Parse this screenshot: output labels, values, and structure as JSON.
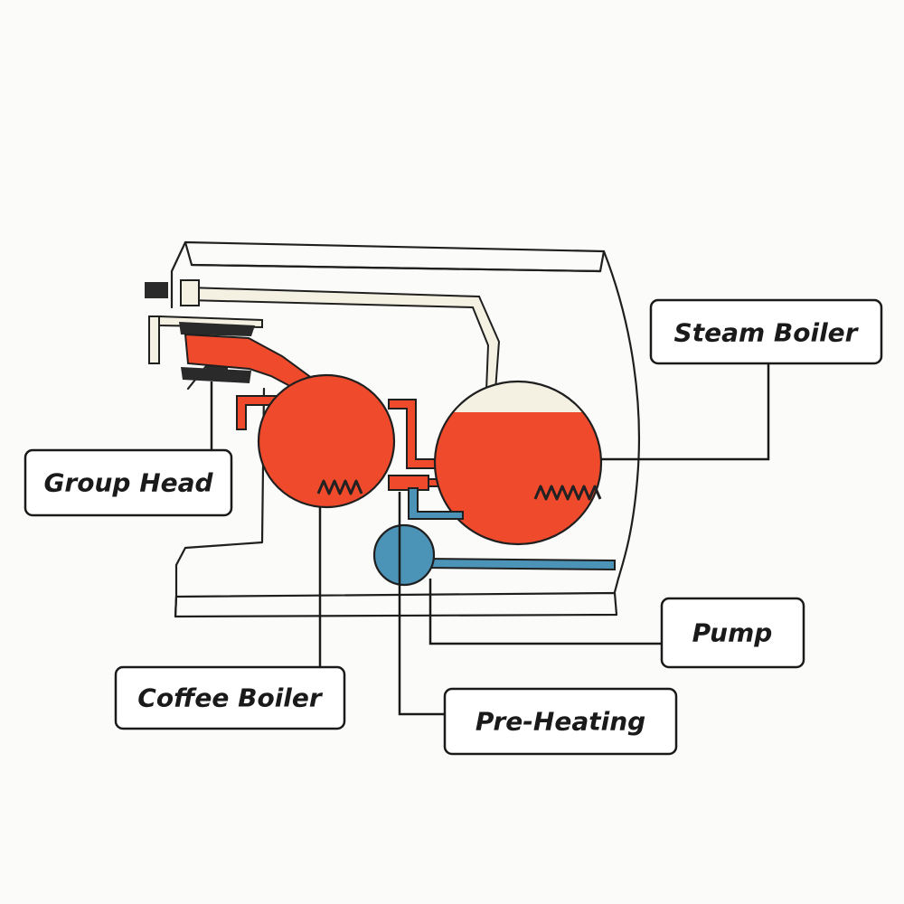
{
  "labels": {
    "steam_boiler": "Steam Boiler",
    "group_head": "Group Head",
    "pump": "Pump",
    "coffee_boiler": "Coffee Boiler",
    "pre_heating": "Pre-Heating"
  },
  "colors": {
    "boiler_red": "#ef4a2c",
    "pump_blue": "#4b94b8",
    "steam_cream": "#f5f1e2",
    "gasket_black": "#2a2a2a",
    "line_black": "#1a1a1a"
  }
}
